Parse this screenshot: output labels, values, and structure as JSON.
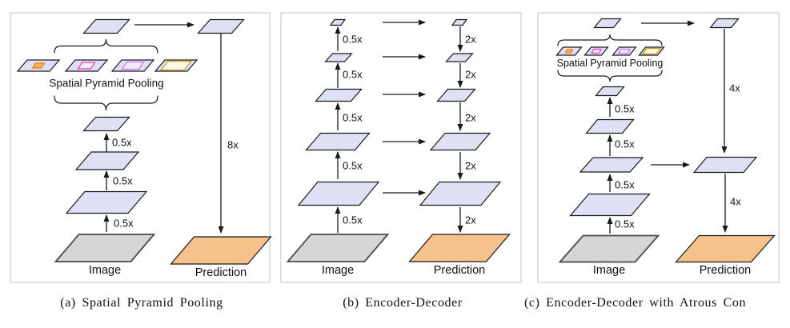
{
  "panels": {
    "a": {
      "caption": "(a) Spatial Pyramid Pooling",
      "spp_label": "Spatial Pyramid Pooling",
      "downscale_label": "0.5x",
      "upsample_label": "8x",
      "image_label": "Image",
      "prediction_label": "Prediction"
    },
    "b": {
      "caption": "(b) Encoder-Decoder",
      "downscale_label": "0.5x",
      "upsample_label": "2x",
      "image_label": "Image",
      "prediction_label": "Prediction"
    },
    "c": {
      "caption": "(c) Encoder-Decoder with Atrous Con",
      "spp_label": "Spatial Pyramid Pooling",
      "downscale_label": "0.5x",
      "upsample_label": "4x",
      "image_label": "Image",
      "prediction_label": "Prediction"
    }
  },
  "colors": {
    "lavender": "#dfe0f5",
    "gray": "#d6d6d6",
    "orange": "#f6c28b",
    "line": "#1a1a1a",
    "map_border": "#1a1a1a",
    "image_border": "#4a4a4a",
    "panel_border": "#cacaca",
    "inner_orange": "#f57900",
    "inner_orange_fill": "#ffb066",
    "inner_magenta": "#e93cc8",
    "inner_magenta_fill": "#fde9fb",
    "inner_violet": "#c87bf0",
    "inner_violet_fill": "#f4ebfd",
    "inner_gold": "#cfa116",
    "inner_gold_fill": "#fdf8ea"
  }
}
